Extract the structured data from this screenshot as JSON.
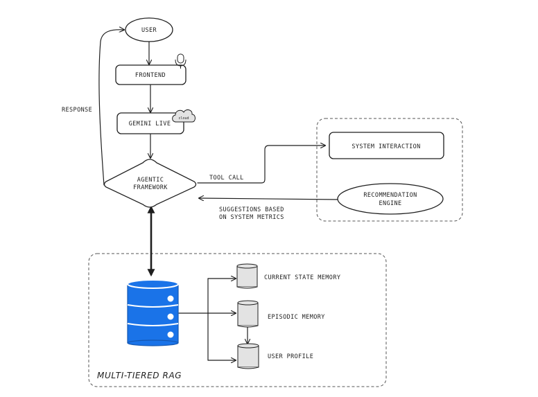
{
  "nodes": {
    "user": "USER",
    "frontend": "FRONTEND",
    "gemini_live": "GEMINI LIVE",
    "cloud_badge": "cloud",
    "agentic_framework_line1": "AGENTIC",
    "agentic_framework_line2": "FRAMEWORK",
    "system_interaction": "SYSTEM INTERACTION",
    "recommendation_line1": "RECOMMENDATION",
    "recommendation_line2": "ENGINE",
    "current_state_memory": "CURRENT STATE MEMORY",
    "episodic_memory": "EPISODIC MEMORY",
    "user_profile": "USER PROFILE"
  },
  "edges": {
    "response": "RESPONSE",
    "tool_call": "TOOL CALL",
    "suggestions_line1": "SUGGESTIONS BASED",
    "suggestions_line2": "ON SYSTEM METRICS"
  },
  "groups": {
    "rag_title": "MULTI-TIERED RAG"
  },
  "colors": {
    "database_blue": "#1a73e8",
    "database_stroke": "#1557b0",
    "ink": "#1e1e1e"
  },
  "icons": {
    "microphone": "microphone-icon",
    "cloud": "cloud-icon",
    "database": "database-icon"
  }
}
